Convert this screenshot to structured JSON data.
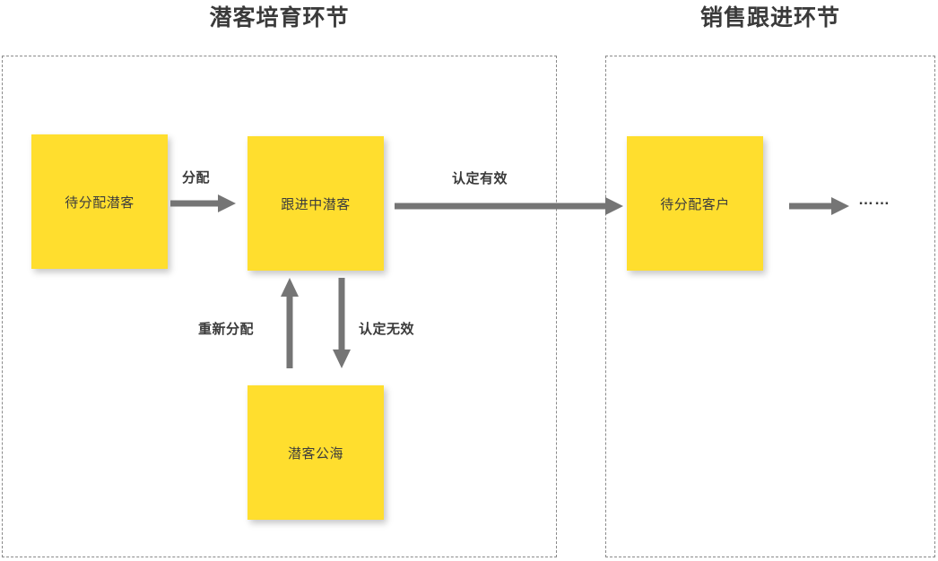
{
  "diagram": {
    "title_lead_phase": "潜客培育环节",
    "title_sales_phase": "销售跟进环节",
    "accent_color": "#FFDE2E",
    "arrow_color": "#757575",
    "text_color": "#3a3a3a",
    "container_border_color": "#8a8a8a",
    "nodes": [
      {
        "id": "unassigned-lead",
        "label": "待分配潜客",
        "phase": "潜客培育环节"
      },
      {
        "id": "following-lead",
        "label": "跟进中潜客",
        "phase": "潜客培育环节"
      },
      {
        "id": "lead-pool",
        "label": "潜客公海",
        "phase": "潜客培育环节"
      },
      {
        "id": "unassigned-cust",
        "label": "待分配客户",
        "phase": "销售跟进环节"
      }
    ],
    "edges": [
      {
        "id": "assign",
        "label": "分配",
        "from": "待分配潜客",
        "to": "跟进中潜客",
        "direction": "right"
      },
      {
        "id": "valid",
        "label": "认定有效",
        "from": "跟进中潜客",
        "to": "待分配客户",
        "direction": "right"
      },
      {
        "id": "invalid",
        "label": "认定无效",
        "from": "跟进中潜客",
        "to": "潜客公海",
        "direction": "down"
      },
      {
        "id": "reassign",
        "label": "重新分配",
        "from": "潜客公海",
        "to": "跟进中潜客",
        "direction": "up"
      },
      {
        "id": "next",
        "label": "",
        "from": "待分配客户",
        "to": "……",
        "direction": "right"
      }
    ],
    "terminus_label": "……"
  }
}
